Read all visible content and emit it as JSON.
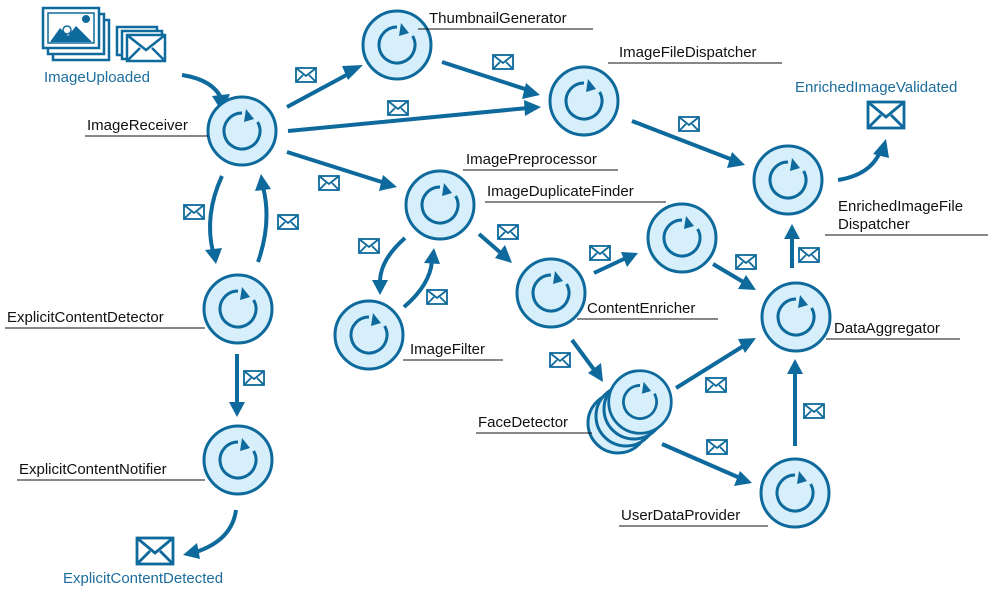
{
  "events": {
    "image_uploaded": "ImageUploaded",
    "enriched_image_validated": "EnrichedImageValidated",
    "explicit_content_detected": "ExplicitContentDetected"
  },
  "nodes": {
    "image_receiver": "ImageReceiver",
    "thumbnail_generator": "ThumbnailGenerator",
    "image_file_dispatcher": "ImageFileDispatcher",
    "image_preprocessor": "ImagePreprocessor",
    "image_duplicate_finder": "ImageDuplicateFinder",
    "content_enricher": "ContentEnricher",
    "image_filter": "ImageFilter",
    "explicit_content_detector": "ExplicitContentDetector",
    "explicit_content_notifier": "ExplicitContentNotifier",
    "face_detector": "FaceDetector",
    "data_aggregator": "DataAggregator",
    "user_data_provider": "UserDataProvider",
    "enriched_image_file_dispatcher_line1": "EnrichedImageFile",
    "enriched_image_file_dispatcher_line2": "Dispatcher"
  },
  "colors": {
    "primary": "#0e6a9c",
    "node_fill": "#d6effb",
    "event_text": "#1c6d9c"
  }
}
